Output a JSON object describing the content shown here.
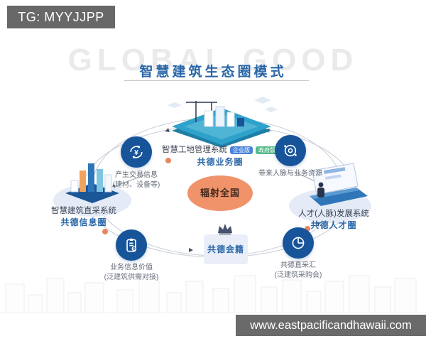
{
  "overlays": {
    "tg_badge": "TG: MYYJJPP",
    "url_badge": "www.eastpacificandhawaii.com"
  },
  "header": {
    "watermark": "GLOBAL GOOD",
    "title": "智慧建筑生态圈模式"
  },
  "center": {
    "label": "辐射全国"
  },
  "membership": {
    "label": "共德会籍"
  },
  "systems": {
    "site": {
      "title": "智慧工地管理系统",
      "badges": [
        "企业版",
        "政府版"
      ],
      "circle": "共德业务圈"
    },
    "procurement": {
      "title": "智慧建筑直采系统",
      "circle": "共德信息圈"
    },
    "talent": {
      "title": "人才(人脉)发展系统",
      "circle": "共德人才圈"
    }
  },
  "nodes": {
    "trade": {
      "line1": "产生交易信息",
      "line2": "(建材、设备等)"
    },
    "resource": {
      "line1": "带来人脉与业务资源",
      "line2": ""
    },
    "info_value": {
      "line1": "业务信息价值",
      "line2": "(泛建筑供需对接)"
    },
    "direct_hub": {
      "line1": "共德直采汇",
      "line2": "(泛建筑采购会)"
    }
  },
  "colors": {
    "node_blue": "#17549a",
    "accent_orange": "#f0936b",
    "title_blue": "#2a67a8",
    "badge_blue": "#4a84d8",
    "badge_green": "#53b98a"
  }
}
